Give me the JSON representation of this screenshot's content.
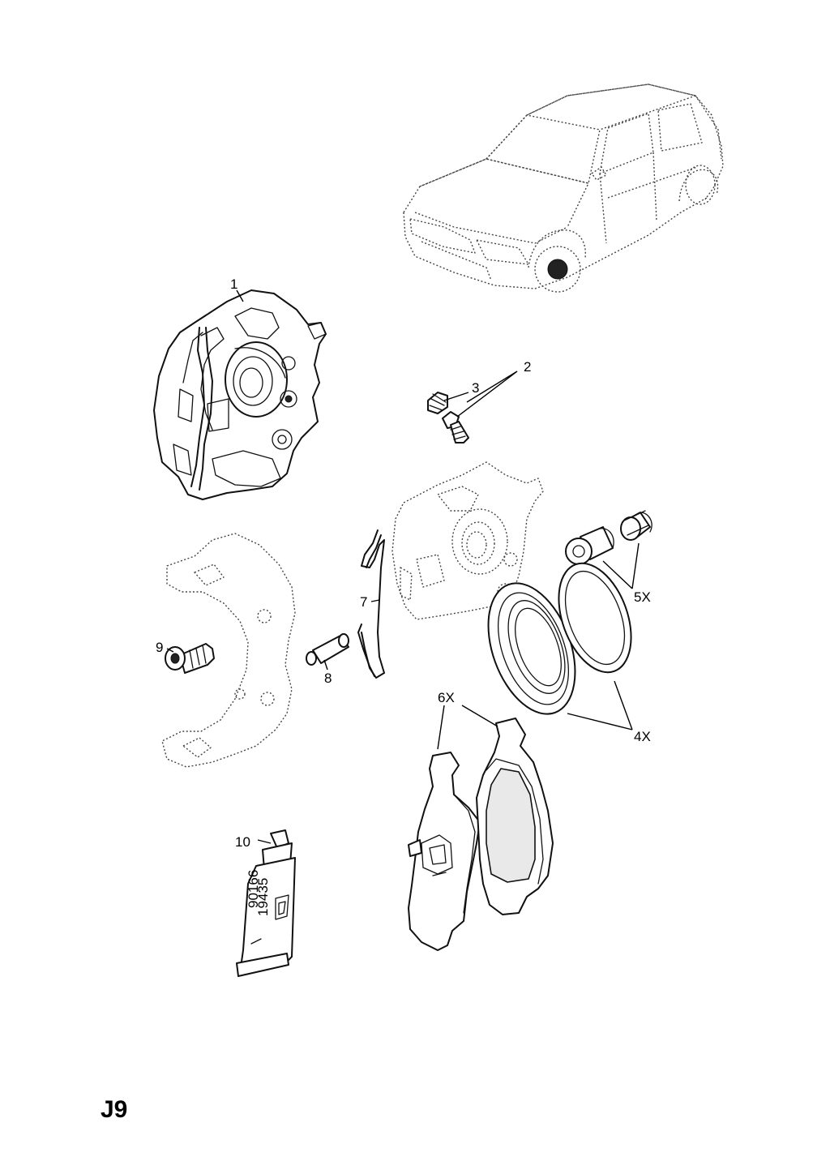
{
  "page_code": "J9",
  "callouts": {
    "c1": "1",
    "c2": "2",
    "c3": "3",
    "c4": "4X",
    "c5": "5X",
    "c6": "6X",
    "c7": "7",
    "c8": "8",
    "c9": "9",
    "c10": "10"
  },
  "tube_print": {
    "line1": "90166",
    "line2": "19435"
  },
  "icons": [
    "vehicle-illustration",
    "caliper-housing",
    "caliper-carrier",
    "brake-pads",
    "grease-tube"
  ]
}
